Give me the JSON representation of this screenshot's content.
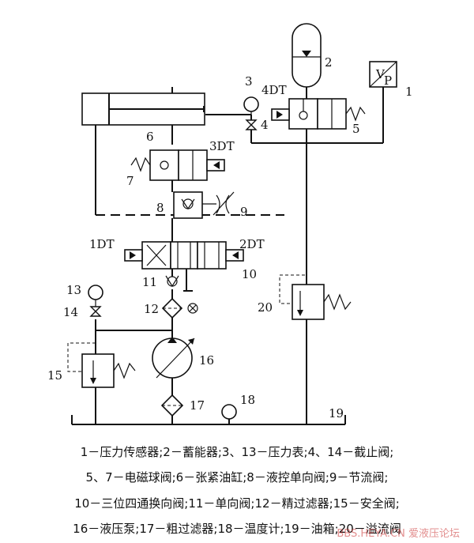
{
  "labels": {
    "n1": "1",
    "n2": "2",
    "n3": "3",
    "n4": "4",
    "n5": "5",
    "n6": "6",
    "n7": "7",
    "n8": "8",
    "n9": "9",
    "n10": "10",
    "n11": "11",
    "n12": "12",
    "n13": "13",
    "n14": "14",
    "n15": "15",
    "n16": "16",
    "n17": "17",
    "n18": "18",
    "n19": "19",
    "n20": "20",
    "dt1": "1DT",
    "dt2": "2DT",
    "dt3": "3DT",
    "dt4": "4DT",
    "sensor_v": "V",
    "sensor_p": "P"
  },
  "legend": [
    "1－压力传感器;2－蓄能器;3、13－压力表;4、14－截止阀;",
    "5、7－电磁球阀;6－张紧油缸;8－液控单向阀;9－节流阀;",
    "10－三位四通换向阀;11－单向阀;12－精过滤器;15－安全阀;",
    "16－液压泵;17－粗过滤器;18－温度计;19－油箱;20－溢流阀"
  ],
  "watermark": "BBS.HEYA.CN 爱液压论坛"
}
